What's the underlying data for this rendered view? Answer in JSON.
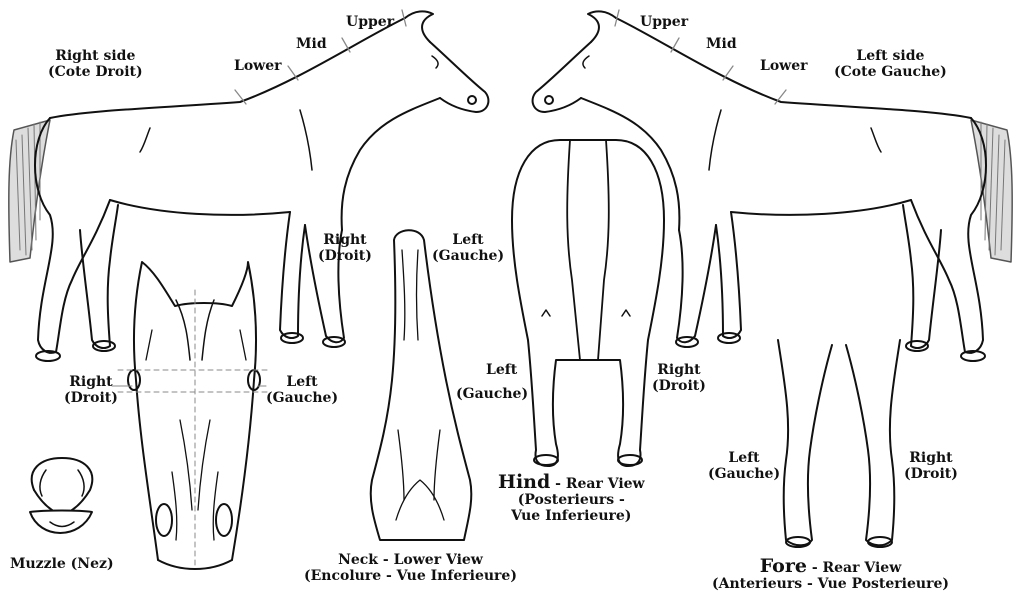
{
  "neck_diagram": {
    "right_side": [
      "Right side",
      "(Cote Droit)"
    ],
    "left_side": [
      "Left side",
      "(Cote Gauche)"
    ],
    "zones": {
      "upper": "Upper",
      "mid": "Mid",
      "lower": "Lower"
    }
  },
  "side_legs": {
    "right": [
      "Right",
      "(Droit)"
    ],
    "left": [
      "Left",
      "(Gauche)"
    ]
  },
  "head_front": {
    "right": [
      "Right",
      "(Droit)"
    ],
    "left": [
      "Left",
      "(Gauche)"
    ]
  },
  "muzzle": {
    "caption": "Muzzle (Nez)"
  },
  "neck_lower": {
    "caption": [
      "Neck - Lower View",
      "(Encolure - Vue Inferieure)"
    ]
  },
  "hind_view": {
    "left": [
      "Left",
      "(Gauche)"
    ],
    "right": [
      "Right",
      "(Droit)"
    ],
    "title_bold": "Hind",
    "title_rest": " - Rear View",
    "subtitle": [
      "(Posterieurs -",
      "Vue Inferieure)"
    ]
  },
  "fore_view": {
    "left": [
      "Left",
      "(Gauche)"
    ],
    "right": [
      "Right",
      "(Droit)"
    ],
    "title_bold": "Fore",
    "title_rest": " - Rear View",
    "subtitle": "(Anterieurs - Vue Posterieure)"
  },
  "colors": {
    "ink": "#111111",
    "guide": "#888888",
    "paper": "#ffffff",
    "tail": "#777777"
  }
}
